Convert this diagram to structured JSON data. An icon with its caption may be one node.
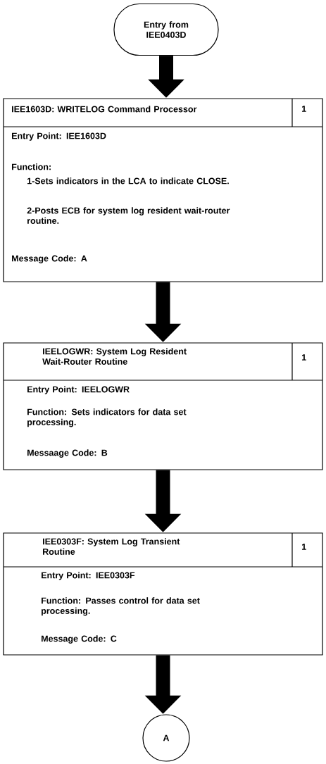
{
  "diagram": {
    "nodes": [
      {
        "text": [
          "Entry from IEE0403D"
        ]
      },
      {
        "text": [
          "IEE1603D: WRITELOG Command Processor",
          "1",
          "Entry Point: IEE1603D",
          "Function:",
          "1-Sets indicators in the LCA to indicate CLOSE.",
          "2-Posts ECB for system log resident wait-router routine.",
          "Message Code: A"
        ]
      },
      {
        "text": [
          "IEELOGWR: System Log Resident Wait-Router Routine",
          "1",
          "Entry Point: IEELOGWR",
          "Function: Sets indicators for data set processing.",
          "Messaage Code: B"
        ]
      },
      {
        "text": [
          "IEE0303F: System Log Transient Routine",
          "1",
          "Entry Point: IEE0303F",
          "Function: Passes control for data set processing.",
          "Message Code: C"
        ]
      },
      {
        "text": [
          "A"
        ]
      }
    ],
    "edges": [
      {
        "from": 0,
        "to": 1,
        "arrow": "to"
      },
      {
        "from": 1,
        "to": 2,
        "arrow": "to"
      },
      {
        "from": 2,
        "to": 3,
        "arrow": "to"
      },
      {
        "from": 3,
        "to": 4,
        "arrow": "to"
      }
    ]
  }
}
